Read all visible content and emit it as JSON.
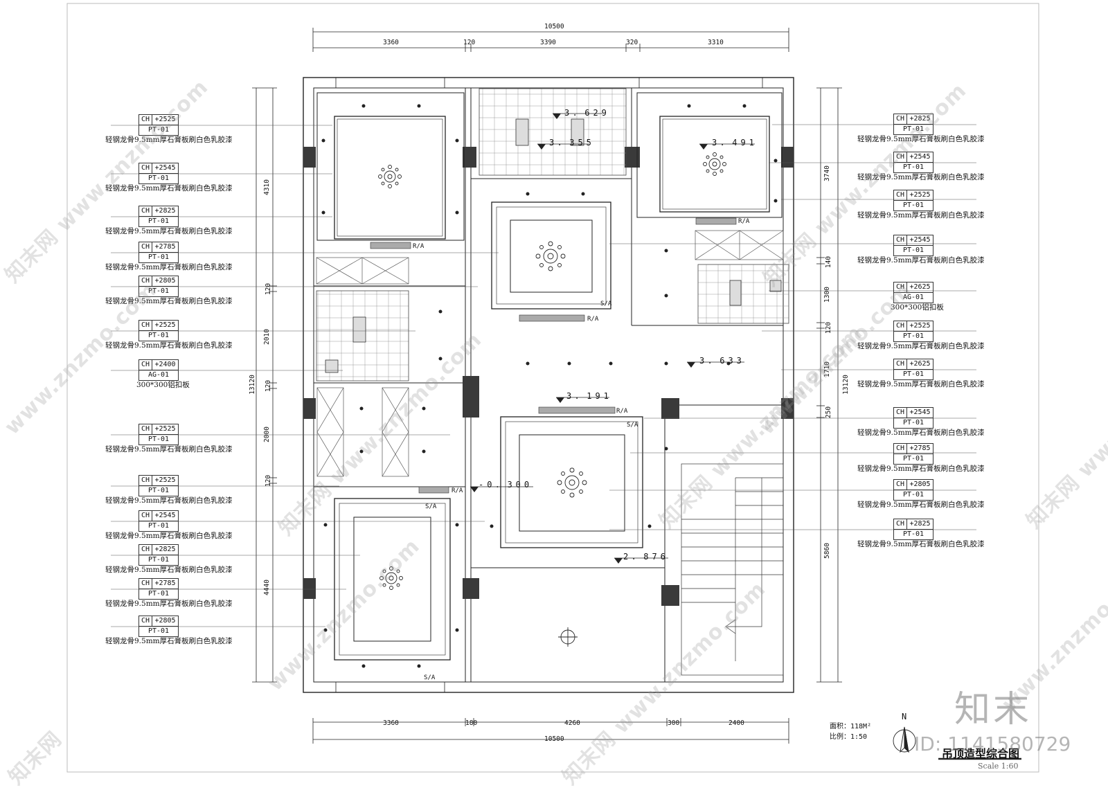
{
  "dims_top": {
    "total": "10500",
    "segments": [
      "3360",
      "120",
      "3390",
      "320",
      "3310"
    ]
  },
  "dims_bottom": {
    "total": "10500",
    "segments": [
      "3360",
      "180",
      "4260",
      "300",
      "2400"
    ]
  },
  "dims_left": {
    "total": "13120",
    "segments": [
      "4310",
      "120",
      "2010",
      "120",
      "2000",
      "120",
      "4440"
    ]
  },
  "dims_right": {
    "total": "13120",
    "segments": [
      "3740",
      "140",
      "1300",
      "120",
      "1710",
      "250",
      "5860"
    ]
  },
  "levels": [
    "3．629",
    "3．355",
    "3．491",
    "3．633",
    "3．191",
    "-0．300",
    "2．876"
  ],
  "small_labels": {
    "ra": "R/A",
    "sa": "S/A"
  },
  "tags_left": [
    {
      "ch": "CH",
      "elev": "+2525",
      "mat": "PT-01",
      "desc": "轻钢龙骨9.5mm厚石膏板刷白色乳胶漆"
    },
    {
      "ch": "CH",
      "elev": "+2545",
      "mat": "PT-01",
      "desc": "轻钢龙骨9.5mm厚石膏板刷白色乳胶漆"
    },
    {
      "ch": "CH",
      "elev": "+2825",
      "mat": "PT-01",
      "desc": "轻钢龙骨9.5mm厚石膏板刷白色乳胶漆"
    },
    {
      "ch": "CH",
      "elev": "+2785",
      "mat": "PT-01",
      "desc": "轻钢龙骨9.5mm厚石膏板刷白色乳胶漆"
    },
    {
      "ch": "CH",
      "elev": "+2805",
      "mat": "PT-01",
      "desc": "轻钢龙骨9.5mm厚石膏板刷白色乳胶漆"
    },
    {
      "ch": "CH",
      "elev": "+2525",
      "mat": "PT-01",
      "desc": "轻钢龙骨9.5mm厚石膏板刷白色乳胶漆"
    },
    {
      "ch": "CH",
      "elev": "+2400",
      "mat": "AG-01",
      "desc": "300*300铝扣板"
    },
    {
      "ch": "CH",
      "elev": "+2525",
      "mat": "PT-01",
      "desc": "轻钢龙骨9.5mm厚石膏板刷白色乳胶漆"
    },
    {
      "ch": "CH",
      "elev": "+2525",
      "mat": "PT-01",
      "desc": "轻钢龙骨9.5mm厚石膏板刷白色乳胶漆"
    },
    {
      "ch": "CH",
      "elev": "+2545",
      "mat": "PT-01",
      "desc": "轻钢龙骨9.5mm厚石膏板刷白色乳胶漆"
    },
    {
      "ch": "CH",
      "elev": "+2825",
      "mat": "PT-01",
      "desc": "轻钢龙骨9.5mm厚石膏板刷白色乳胶漆"
    },
    {
      "ch": "CH",
      "elev": "+2785",
      "mat": "PT-01",
      "desc": "轻钢龙骨9.5mm厚石膏板刷白色乳胶漆"
    },
    {
      "ch": "CH",
      "elev": "+2805",
      "mat": "PT-01",
      "desc": "轻钢龙骨9.5mm厚石膏板刷白色乳胶漆"
    }
  ],
  "tags_right": [
    {
      "ch": "CH",
      "elev": "+2825",
      "mat": "PT-01",
      "desc": "轻钢龙骨9.5mm厚石膏板刷白色乳胶漆"
    },
    {
      "ch": "CH",
      "elev": "+2545",
      "mat": "PT-01",
      "desc": "轻钢龙骨9.5mm厚石膏板刷白色乳胶漆"
    },
    {
      "ch": "CH",
      "elev": "+2525",
      "mat": "PT-01",
      "desc": "轻钢龙骨9.5mm厚石膏板刷白色乳胶漆"
    },
    {
      "ch": "CH",
      "elev": "+2545",
      "mat": "PT-01",
      "desc": "轻钢龙骨9.5mm厚石膏板刷白色乳胶漆"
    },
    {
      "ch": "CH",
      "elev": "+2625",
      "mat": "AG-01",
      "desc": "300*300铝扣板"
    },
    {
      "ch": "CH",
      "elev": "+2525",
      "mat": "PT-01",
      "desc": "轻钢龙骨9.5mm厚石膏板刷白色乳胶漆"
    },
    {
      "ch": "CH",
      "elev": "+2625",
      "mat": "PT-01",
      "desc": "轻钢龙骨9.5mm厚石膏板刷白色乳胶漆"
    },
    {
      "ch": "CH",
      "elev": "+2545",
      "mat": "PT-01",
      "desc": "轻钢龙骨9.5mm厚石膏板刷白色乳胶漆"
    },
    {
      "ch": "CH",
      "elev": "+2785",
      "mat": "PT-01",
      "desc": "轻钢龙骨9.5mm厚石膏板刷白色乳胶漆"
    },
    {
      "ch": "CH",
      "elev": "+2805",
      "mat": "PT-01",
      "desc": "轻钢龙骨9.5mm厚石膏板刷白色乳胶漆"
    },
    {
      "ch": "CH",
      "elev": "+2825",
      "mat": "PT-01",
      "desc": "轻钢龙骨9.5mm厚石膏板刷白色乳胶漆"
    }
  ],
  "notes": {
    "area": "面积：118M²",
    "scale_ratio": "比例：1:50",
    "north": "N"
  },
  "title_block": {
    "title": "吊顶造型综合图",
    "scale": "Scale 1:60"
  },
  "watermark": {
    "site": "www.znzmo.com",
    "brand_cn": "知末网",
    "logo": "知末",
    "id_label": "ID: 1141580729"
  }
}
